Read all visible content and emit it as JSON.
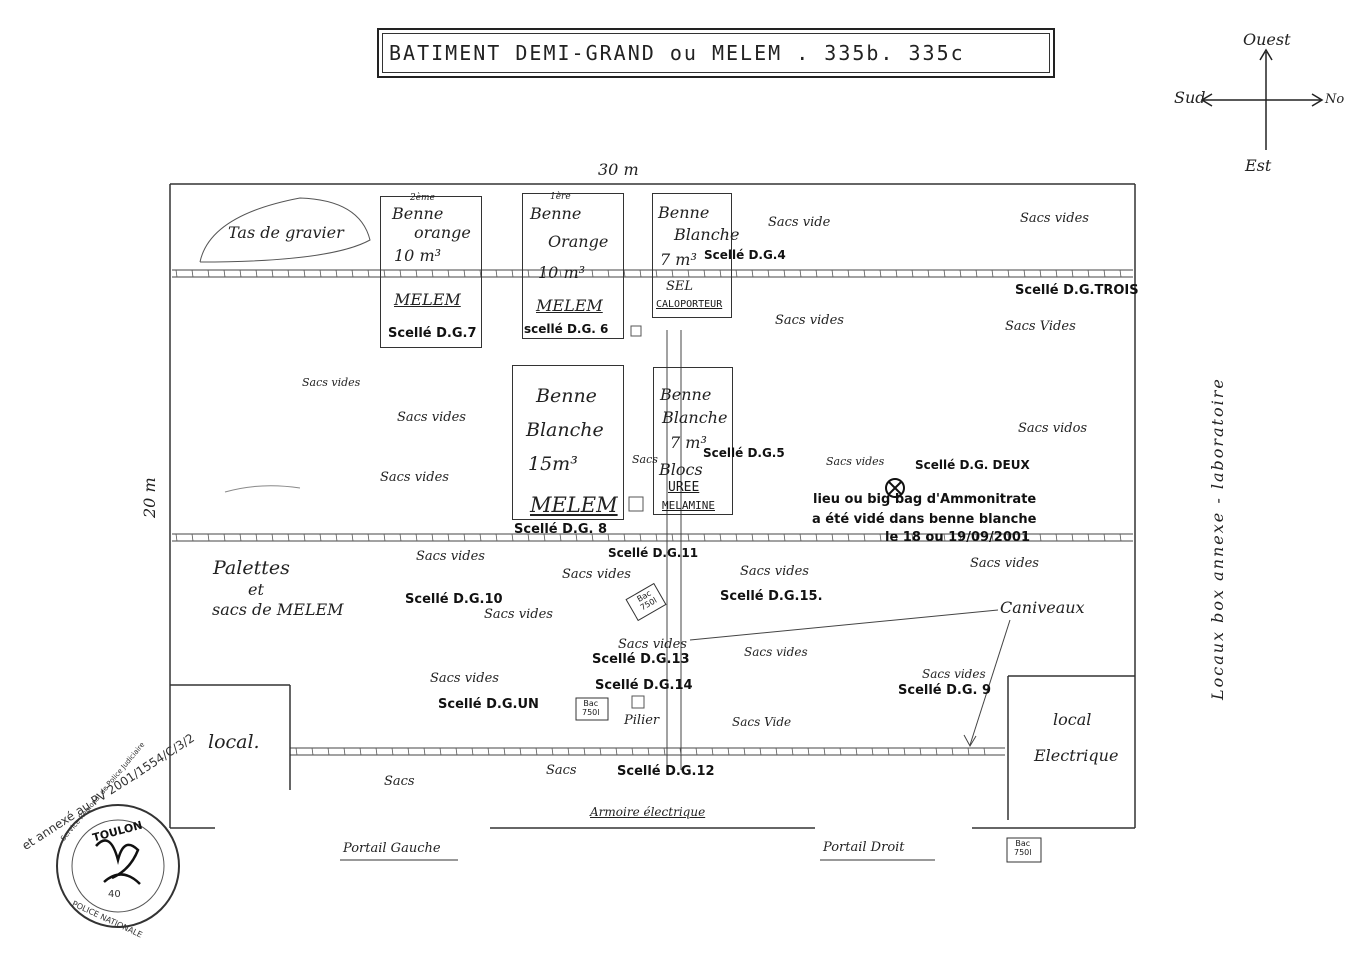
{
  "title": "BATIMENT  DEMI-GRAND  ou  MELEM .  335b. 335c",
  "compass": {
    "north": "Ouest",
    "south": "Est",
    "west": "Sud",
    "east": "No"
  },
  "dimensions": {
    "width": "30 m",
    "height": "20 m"
  },
  "benne_orange_2": {
    "ordinal": "2ème",
    "line1": "Benne",
    "line2": "orange",
    "volume": "10 m³",
    "content": "MELEM",
    "seal": "Scellé D.G.7"
  },
  "benne_orange_1": {
    "ordinal": "1ère",
    "line1": "Benne",
    "line2": "Orange",
    "volume": "10 m³",
    "content": "MELEM",
    "seal": "scellé D.G. 6"
  },
  "benne_blanche_7_top": {
    "line1": "Benne",
    "line2": "Blanche",
    "volume": "7 m³",
    "seal": "Scellé D.G.4",
    "content1": "SEL",
    "content2": "CALOPORTEUR"
  },
  "benne_blanche_15": {
    "line1": "Benne",
    "line2": "Blanche",
    "volume": "15m³",
    "content": "MELEM",
    "seal": "Scellé D.G. 8"
  },
  "benne_blanche_7_bottom": {
    "line1": "Benne",
    "line2": "Blanche",
    "volume": "7 m³",
    "seal": "Scellé D.G.5",
    "content1": "Blocs",
    "content2": "UREE",
    "content3": "MELAMINE"
  },
  "tas_gravier": "Tas de gravier",
  "sacs_vide": "Sacs vide",
  "sacs_vides": "Sacs vides",
  "sacs_vide_alt": "Sacs Vide",
  "sacs_vides_alt": "Sacs vidos",
  "sacs_vides_cap": "Sacs   Vides",
  "sacs": "Sacs",
  "sacs_vid_partial": "Sacs",
  "seals": {
    "trois": "Scellé D.G.TROIS",
    "deux": "Scellé D.G. DEUX",
    "un": "Scellé D.G.UN",
    "s9": "Scellé D.G. 9",
    "s10": "Scellé D.G.10",
    "s11": "Scellé D.G.11",
    "s12": "Scellé D.G.12",
    "s13": "Scellé D.G.13",
    "s14": "Scellé D.G.14",
    "s15": "Scellé D.G.15."
  },
  "ammonitrate_note": [
    "lieu ou big bag d'Ammonitrate",
    "a été vidé dans benne blanche",
    "le 18 ou 19/09/2001"
  ],
  "palettes": [
    "Palettes",
    "et",
    "sacs de MELEM"
  ],
  "caniveaux": "Caniveaux",
  "local": "local.",
  "local_electrique": [
    "local",
    "Electrique"
  ],
  "pilier": "Pilier",
  "armoire": "Armoire électrique",
  "portail_gauche": "Portail Gauche",
  "portail_droit": "Portail Droit",
  "bac": [
    "Bac",
    "750l"
  ],
  "side_note": "Locaux box annexe - laboratoire",
  "annex_text": "et annexé au PV 2001/1554/C/3/2",
  "stamp": {
    "line1": "Service Régional de Police Judiciaire",
    "city": "TOULON",
    "line2": "POLICE NATIONALE",
    "number": "40"
  },
  "colors": {
    "ink": "#222222",
    "paper": "#ffffff"
  }
}
